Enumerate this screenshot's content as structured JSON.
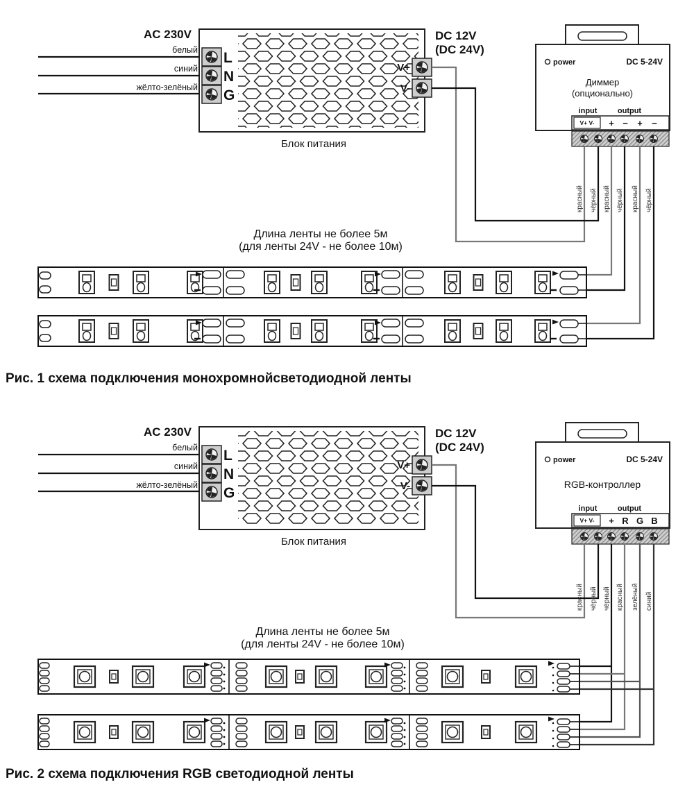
{
  "fig1": {
    "ac_label": "AC 230V",
    "wire_labels": {
      "w1": "белый",
      "w2": "синий",
      "w3": "жёлто-зелёный"
    },
    "psu": {
      "t1": "L",
      "t2": "N",
      "t3": "G",
      "name": "Блок питания",
      "vplus": "V+",
      "vminus": "V-",
      "dc1": "DC 12V",
      "dc2": "(DC 24V)"
    },
    "ctrl": {
      "power": "power",
      "range": "DC 5-24V",
      "name1": "Диммер",
      "name2": "(опционально)",
      "input": "input",
      "output": "output",
      "in_terms": "V+ V-",
      "o1": "+",
      "o2": "−",
      "o3": "+",
      "o4": "−",
      "w1": "красный",
      "w2": "чёрный",
      "w3": "красный",
      "w4": "чёрный",
      "w5": "красный",
      "w6": "чёрный"
    },
    "note1": "Длина ленты не более 5м",
    "note2": "(для ленты 24V - не более 10м)",
    "caption": "Рис. 1 схема подключения монохромнойсветодиодной ленты"
  },
  "fig2": {
    "ac_label": "AC 230V",
    "wire_labels": {
      "w1": "белый",
      "w2": "синий",
      "w3": "жёлто-зелёный"
    },
    "psu": {
      "t1": "L",
      "t2": "N",
      "t3": "G",
      "name": "Блок питания",
      "vplus": "V+",
      "vminus": "V-",
      "dc1": "DC 12V",
      "dc2": "(DC 24V)"
    },
    "ctrl": {
      "power": "power",
      "range": "DC 5-24V",
      "name1": "RGB-контроллер",
      "input": "input",
      "output": "output",
      "in_terms": "V+ V-",
      "o1": "+",
      "o2": "R",
      "o3": "G",
      "o4": "B",
      "w1": "красный",
      "w2": "чёрный",
      "w3": "чёрный",
      "w4": "красный",
      "w5": "зелёный",
      "w6": "синий"
    },
    "note1": "Длина ленты не более 5м",
    "note2": "(для ленты 24V - не более 10м)",
    "caption": "Рис. 2 схема подключения RGB светодиодной ленты"
  }
}
